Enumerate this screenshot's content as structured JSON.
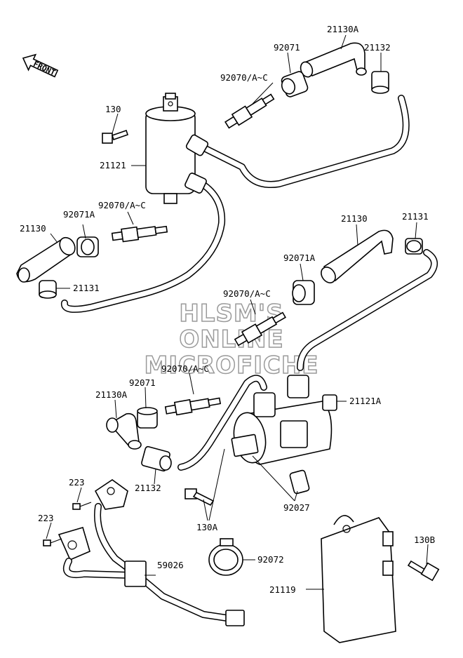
{
  "front_marker": "FRONT",
  "watermark": {
    "line1": "HLSM'S",
    "line2": "ONLINE",
    "line3": "MICROFICHE"
  },
  "labels": {
    "l130": "130",
    "l21121": "21121",
    "l92070_a": "92070/A~C",
    "l92071_a": "92071",
    "l21130A_a": "21130A",
    "l21132_a": "21132",
    "l21130_b": "21130",
    "l92071A_b": "92071A",
    "l92070_b": "92070/A~C",
    "l21131_b": "21131",
    "l21130_c": "21130",
    "l21131_c": "21131",
    "l92071A_c": "92071A",
    "l92070_c": "92070/A~C",
    "l92070_d": "92070/A~C",
    "l92071_d": "92071",
    "l21130A_d": "21130A",
    "l21121A": "21121A",
    "l21132_d": "21132",
    "l223_a": "223",
    "l223_b": "223",
    "l130A": "130A",
    "l92027": "92027",
    "l130B": "130B",
    "l92072": "92072",
    "l59026": "59026",
    "l21119": "21119"
  }
}
